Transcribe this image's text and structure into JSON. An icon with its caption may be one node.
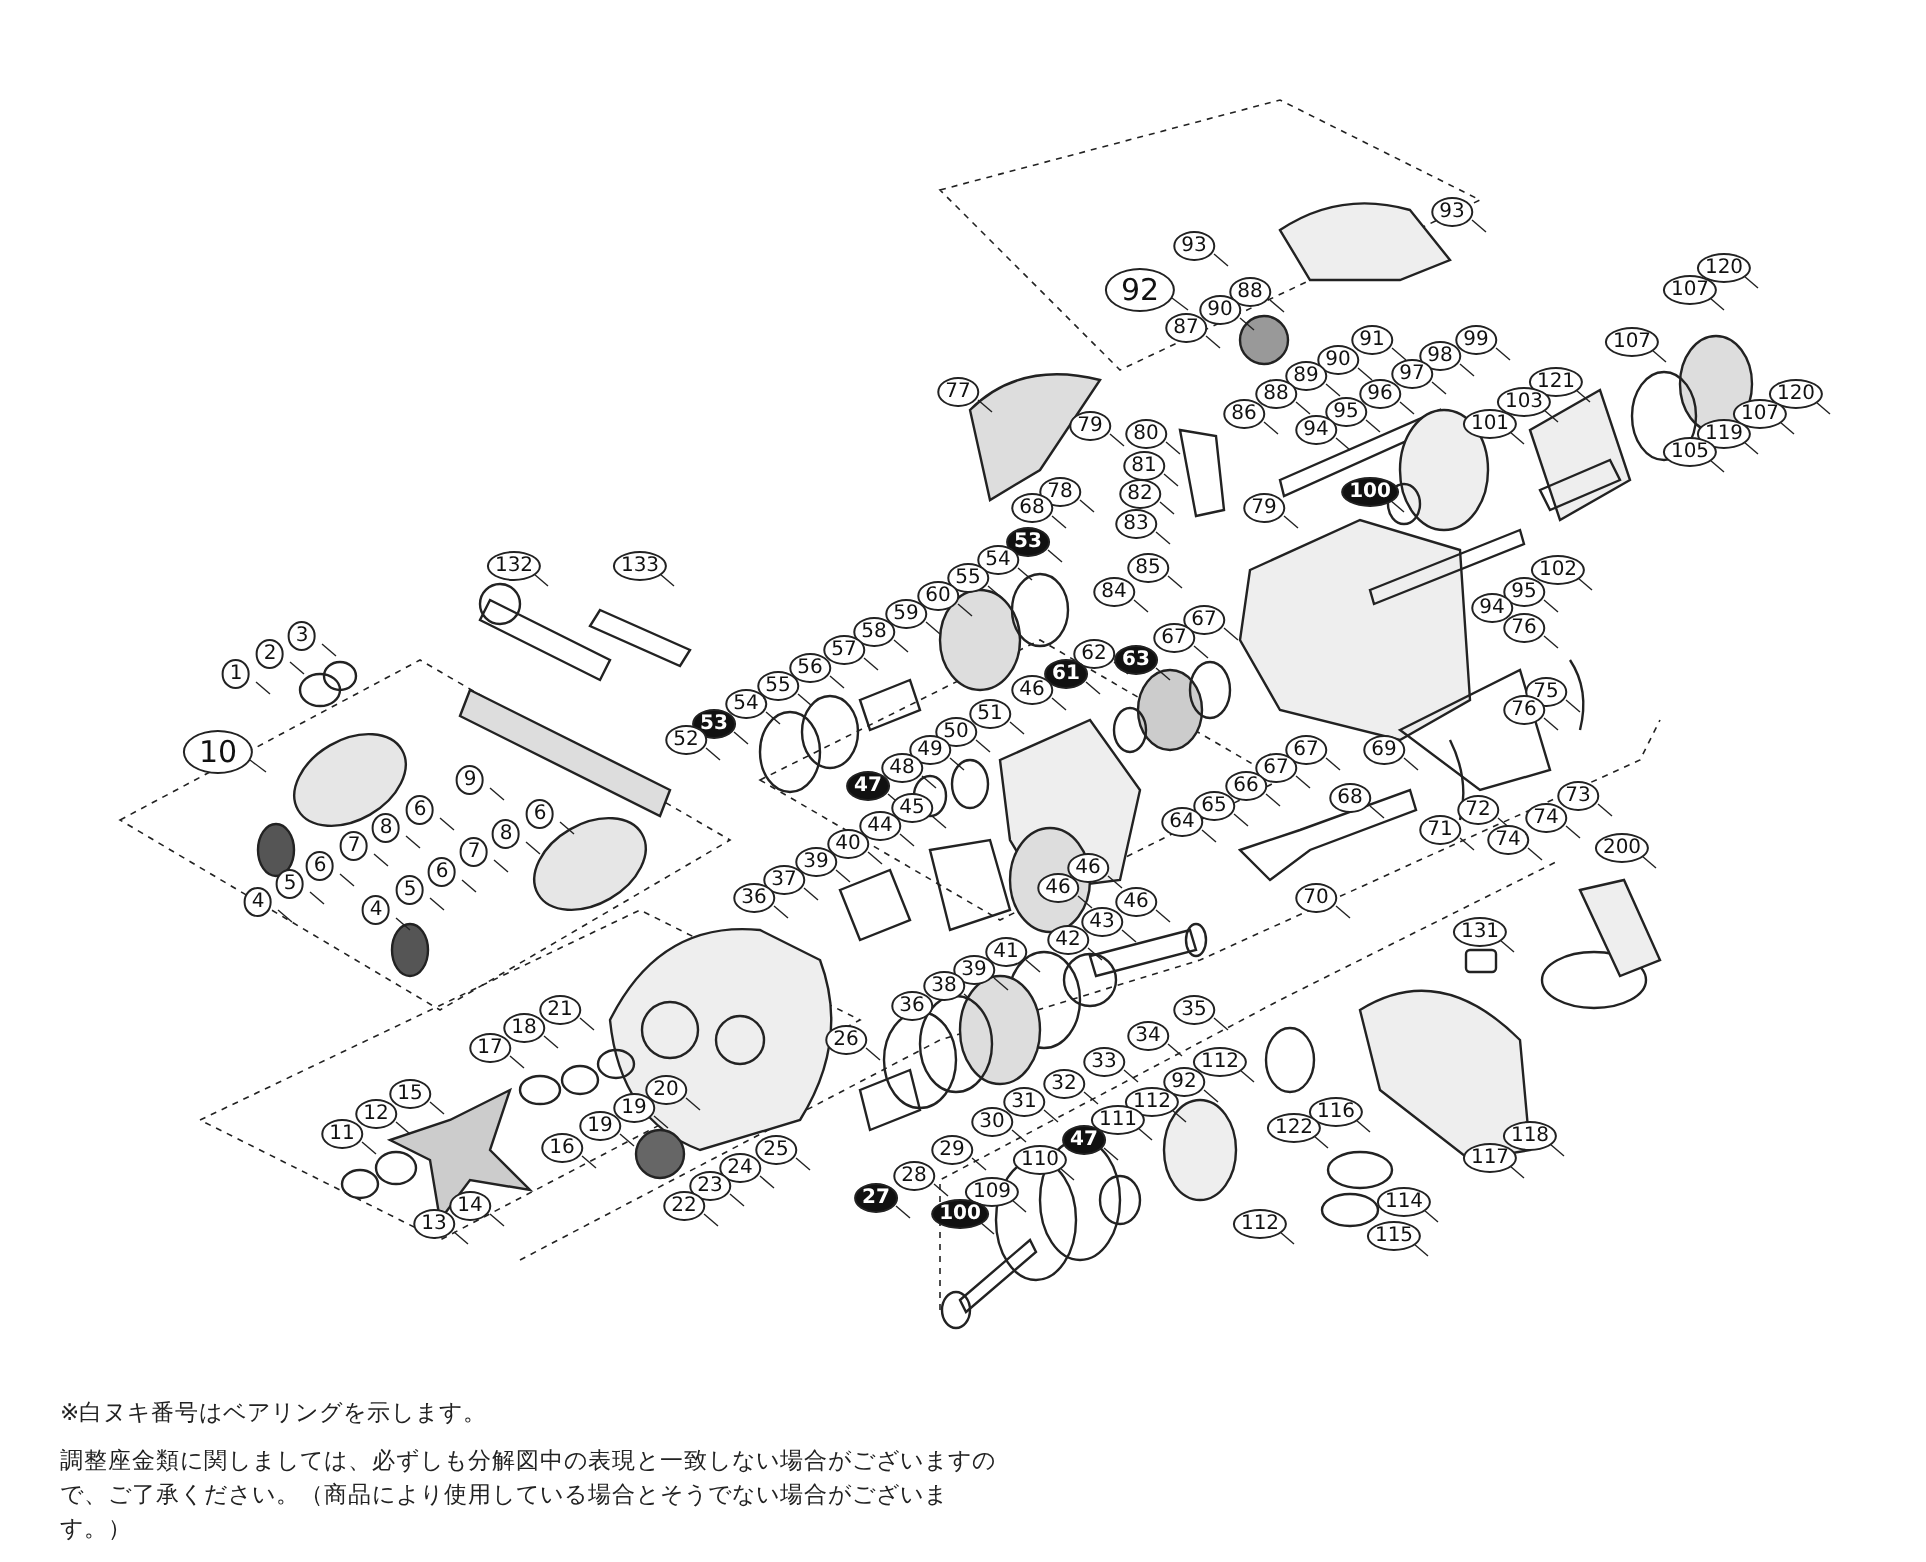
{
  "diagram": {
    "labels": [
      "93",
      "93",
      "120",
      "92",
      "107",
      "88",
      "90",
      "87",
      "99",
      "91",
      "107",
      "98",
      "90",
      "97",
      "89",
      "121",
      "77",
      "88",
      "96",
      "120",
      "103",
      "95",
      "86",
      "107",
      "101",
      "79",
      "94",
      "80",
      "119",
      "105",
      "81",
      "100",
      "78",
      "82",
      "68",
      "79",
      "83",
      "53",
      "54",
      "132",
      "133",
      "85",
      "102",
      "55",
      "95",
      "84",
      "60",
      "94",
      "59",
      "67",
      "76",
      "58",
      "3",
      "67",
      "57",
      "2",
      "62",
      "63",
      "56",
      "61",
      "1",
      "55",
      "46",
      "75",
      "54",
      "76",
      "51",
      "53",
      "50",
      "52",
      "49",
      "67",
      "69",
      "10",
      "48",
      "67",
      "9",
      "47",
      "66",
      "73",
      "68",
      "45",
      "65",
      "6",
      "72",
      "6",
      "74",
      "64",
      "44",
      "8",
      "71",
      "8",
      "74",
      "40",
      "7",
      "200",
      "7",
      "39",
      "6",
      "46",
      "6",
      "37",
      "5",
      "46",
      "5",
      "36",
      "70",
      "4",
      "46",
      "4",
      "43",
      "131",
      "42",
      "41",
      "39",
      "38",
      "36",
      "21",
      "35",
      "18",
      "34",
      "26",
      "17",
      "33",
      "112",
      "92",
      "32",
      "20",
      "15",
      "31",
      "112",
      "19",
      "116",
      "12",
      "111",
      "30",
      "19",
      "122",
      "11",
      "118",
      "47",
      "16",
      "29",
      "25",
      "117",
      "110",
      "24",
      "28",
      "23",
      "109",
      "27",
      "114",
      "14",
      "22",
      "100",
      "13",
      "112",
      "115",
      "※白ヌキ番号はベアリングを示します。",
      "調整座金類に関しましては、必ずしも分解図中の表現と一致しない場合がございますので、ご了承ください。（商品により使用している場合とそうでない場合がございます。）"
    ]
  }
}
